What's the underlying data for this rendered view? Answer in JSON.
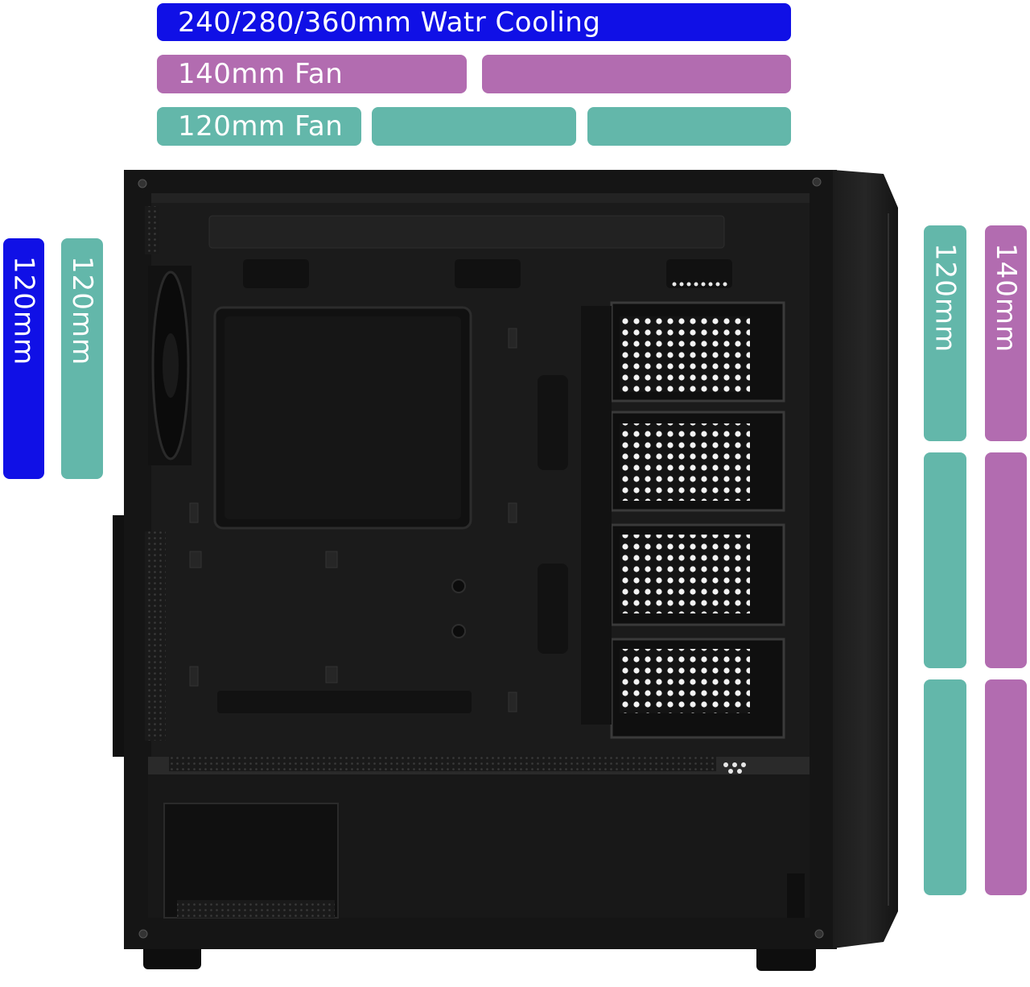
{
  "colors": {
    "water_cooling": "#1010e6",
    "fan_140": "#b26cb0",
    "fan_120": "#63b7aa",
    "case_body": "#151515"
  },
  "top": {
    "water_cooling_label": "240/280/360mm Watr Cooling",
    "fan_140_label": "140mm Fan",
    "fan_120_label": "120mm Fan"
  },
  "rear": {
    "radiator_label": "120mm",
    "fan_label": "120mm"
  },
  "front": {
    "fan_120_label": "120mm",
    "fan_140_label": "140mm"
  },
  "product": {
    "image": "pc-case-side-view"
  }
}
